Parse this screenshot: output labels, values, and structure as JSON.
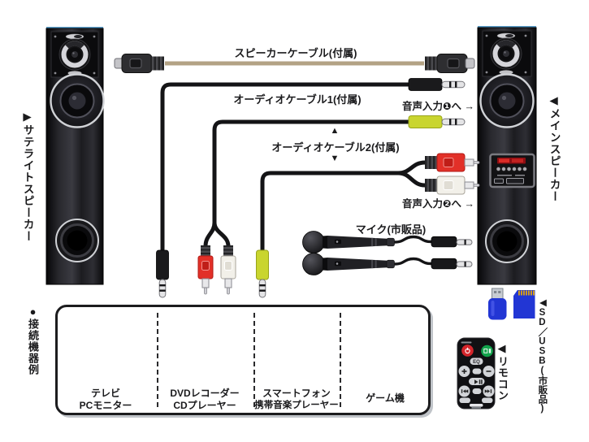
{
  "diagram": {
    "speaker_cable_label": "スピーカーケーブル(付属)",
    "audio_cable1_label": "オーディオケーブル1(付属)",
    "audio_input1_label": "音声入力❶へ →",
    "audio_cable2_label": "オーディオケーブル2(付属)",
    "cable2_pointer_up": "▲",
    "cable2_pointer_down": "▼",
    "audio_input2_label": "音声入力❷へ →",
    "mic_label": "マイク(市販品)"
  },
  "side_labels": {
    "satellite": {
      "arrow": "▶",
      "text": "サテライトスピーカー"
    },
    "main": {
      "arrow": "◀",
      "text": "メインスピーカー"
    },
    "sd_usb": {
      "arrow": "◀",
      "text": "SD／USB(市販品)"
    },
    "remote": {
      "arrow": "◀",
      "text": "リモコン"
    }
  },
  "devices_box": {
    "header": "●接続機器例",
    "items": [
      {
        "name": "tv",
        "lines": [
          "テレビ",
          "PCモニター"
        ]
      },
      {
        "name": "dvd",
        "lines": [
          "DVDレコーダー",
          "CDプレーヤー"
        ]
      },
      {
        "name": "smartphone",
        "lines": [
          "スマートフォン",
          "携帯音楽プレーヤー"
        ]
      },
      {
        "name": "game-console",
        "lines": [
          "ゲーム機"
        ]
      }
    ]
  },
  "remote": {
    "eq_label": "EQ"
  },
  "colors": {
    "speaker_cable": "#b3a284",
    "plug_yellow": "#c9d52f",
    "rca_red": "#e23028",
    "rca_white": "#f2f0e9",
    "usb_blue": "#2236d4",
    "sd_pins_gold": "#d8a018",
    "power_red": "#d4252b",
    "mute_green": "#12a24b",
    "tv_screen_blue": "#1a7fd4"
  }
}
